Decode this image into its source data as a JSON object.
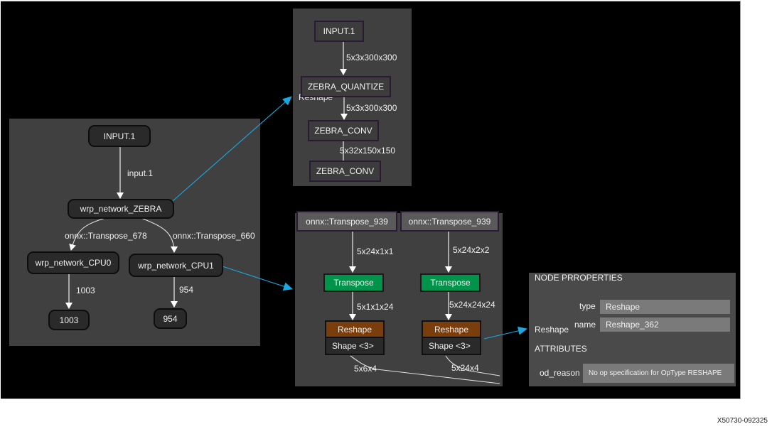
{
  "colors": {
    "canvas": "#000000",
    "panel": "#404040",
    "link_arrow": "#1aa8e0",
    "transpose_node": "#00944a",
    "reshape_node": "#7a3e0c",
    "property_field": "#7a7a7a"
  },
  "top_graph": {
    "nodes": {
      "input": "INPUT.1",
      "zebra": "wrp_network_ZEBRA",
      "cpu0": "wrp_network_CPU0",
      "cpu1": "wrp_network_CPU1",
      "out1003": "1003",
      "out954": "954"
    },
    "edges": {
      "input_to_zebra": "input.1",
      "zebra_to_cpu0": "onnx::Transpose_678",
      "zebra_to_cpu1": "onnx::Transpose_660",
      "cpu0_to_out": "1003",
      "cpu1_to_out": "954"
    }
  },
  "zebra_subgraph": {
    "nodes": {
      "input": "INPUT.1",
      "quantize": "ZEBRA_QUANTIZE",
      "conv1": "ZEBRA_CONV",
      "conv2": "ZEBRA_CONV"
    },
    "edges": {
      "input_to_quantize": "5x3x300x300",
      "quantize_to_conv": "5x3x300x300",
      "conv_to_conv": "5x32x150x150"
    },
    "hidden_label": "Reshape"
  },
  "cpu1_subgraph": {
    "columns": [
      {
        "source": "onnx::Transpose_939",
        "edge1": "5x24x1x1",
        "transpose": "Transpose",
        "edge2": "5x1x1x24",
        "reshape": "Reshape",
        "shape": "Shape  <3>",
        "out_edge": "5x6x4"
      },
      {
        "source": "onnx::Transpose_939",
        "edge1": "5x24x2x2",
        "transpose": "Transpose",
        "edge2": "5x24x24x24",
        "reshape": "Reshape",
        "shape": "Shape  <3>",
        "out_edge": "5x24x4"
      }
    ]
  },
  "properties": {
    "title": "NODE PRROPERTIES",
    "node_label": "Reshape",
    "type_label": "type",
    "type_value": "Reshape",
    "name_label": "name",
    "name_value": "Reshape_362",
    "attributes_title": "ATTRIBUTES",
    "od_reason_label": "od_reason",
    "od_reason_value": "No op specification for OpType RESHAPE"
  },
  "footer": "X50730-092325"
}
